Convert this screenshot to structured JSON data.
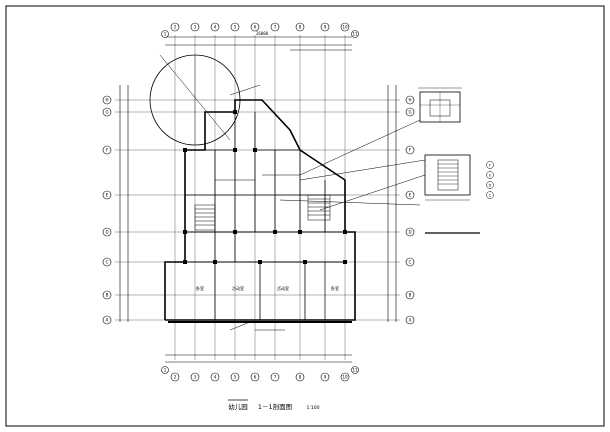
{
  "drawing": {
    "title": "幼儿园",
    "section_label": "1－1剖面图",
    "scale": "1:100",
    "axis_numbers_top": [
      "1",
      "2",
      "3",
      "4",
      "5",
      "6",
      "7",
      "8",
      "9",
      "10",
      "11"
    ],
    "axis_numbers_bottom": [
      "1",
      "2",
      "3",
      "4",
      "5",
      "6",
      "7",
      "8",
      "9",
      "10",
      "11"
    ],
    "axis_letters_left": [
      "A",
      "B",
      "C",
      "D",
      "E",
      "F",
      "G",
      "H"
    ],
    "axis_letters_right": [
      "A",
      "B",
      "C",
      "D",
      "E",
      "F",
      "G",
      "H"
    ],
    "detail_axes": [
      "C",
      "D",
      "E",
      "F"
    ],
    "overall_dimension": "26000",
    "room_labels": [
      "卧室",
      "活动室",
      "活动室",
      "卧室"
    ],
    "colors": {
      "line": "#000000",
      "background": "#ffffff"
    }
  }
}
